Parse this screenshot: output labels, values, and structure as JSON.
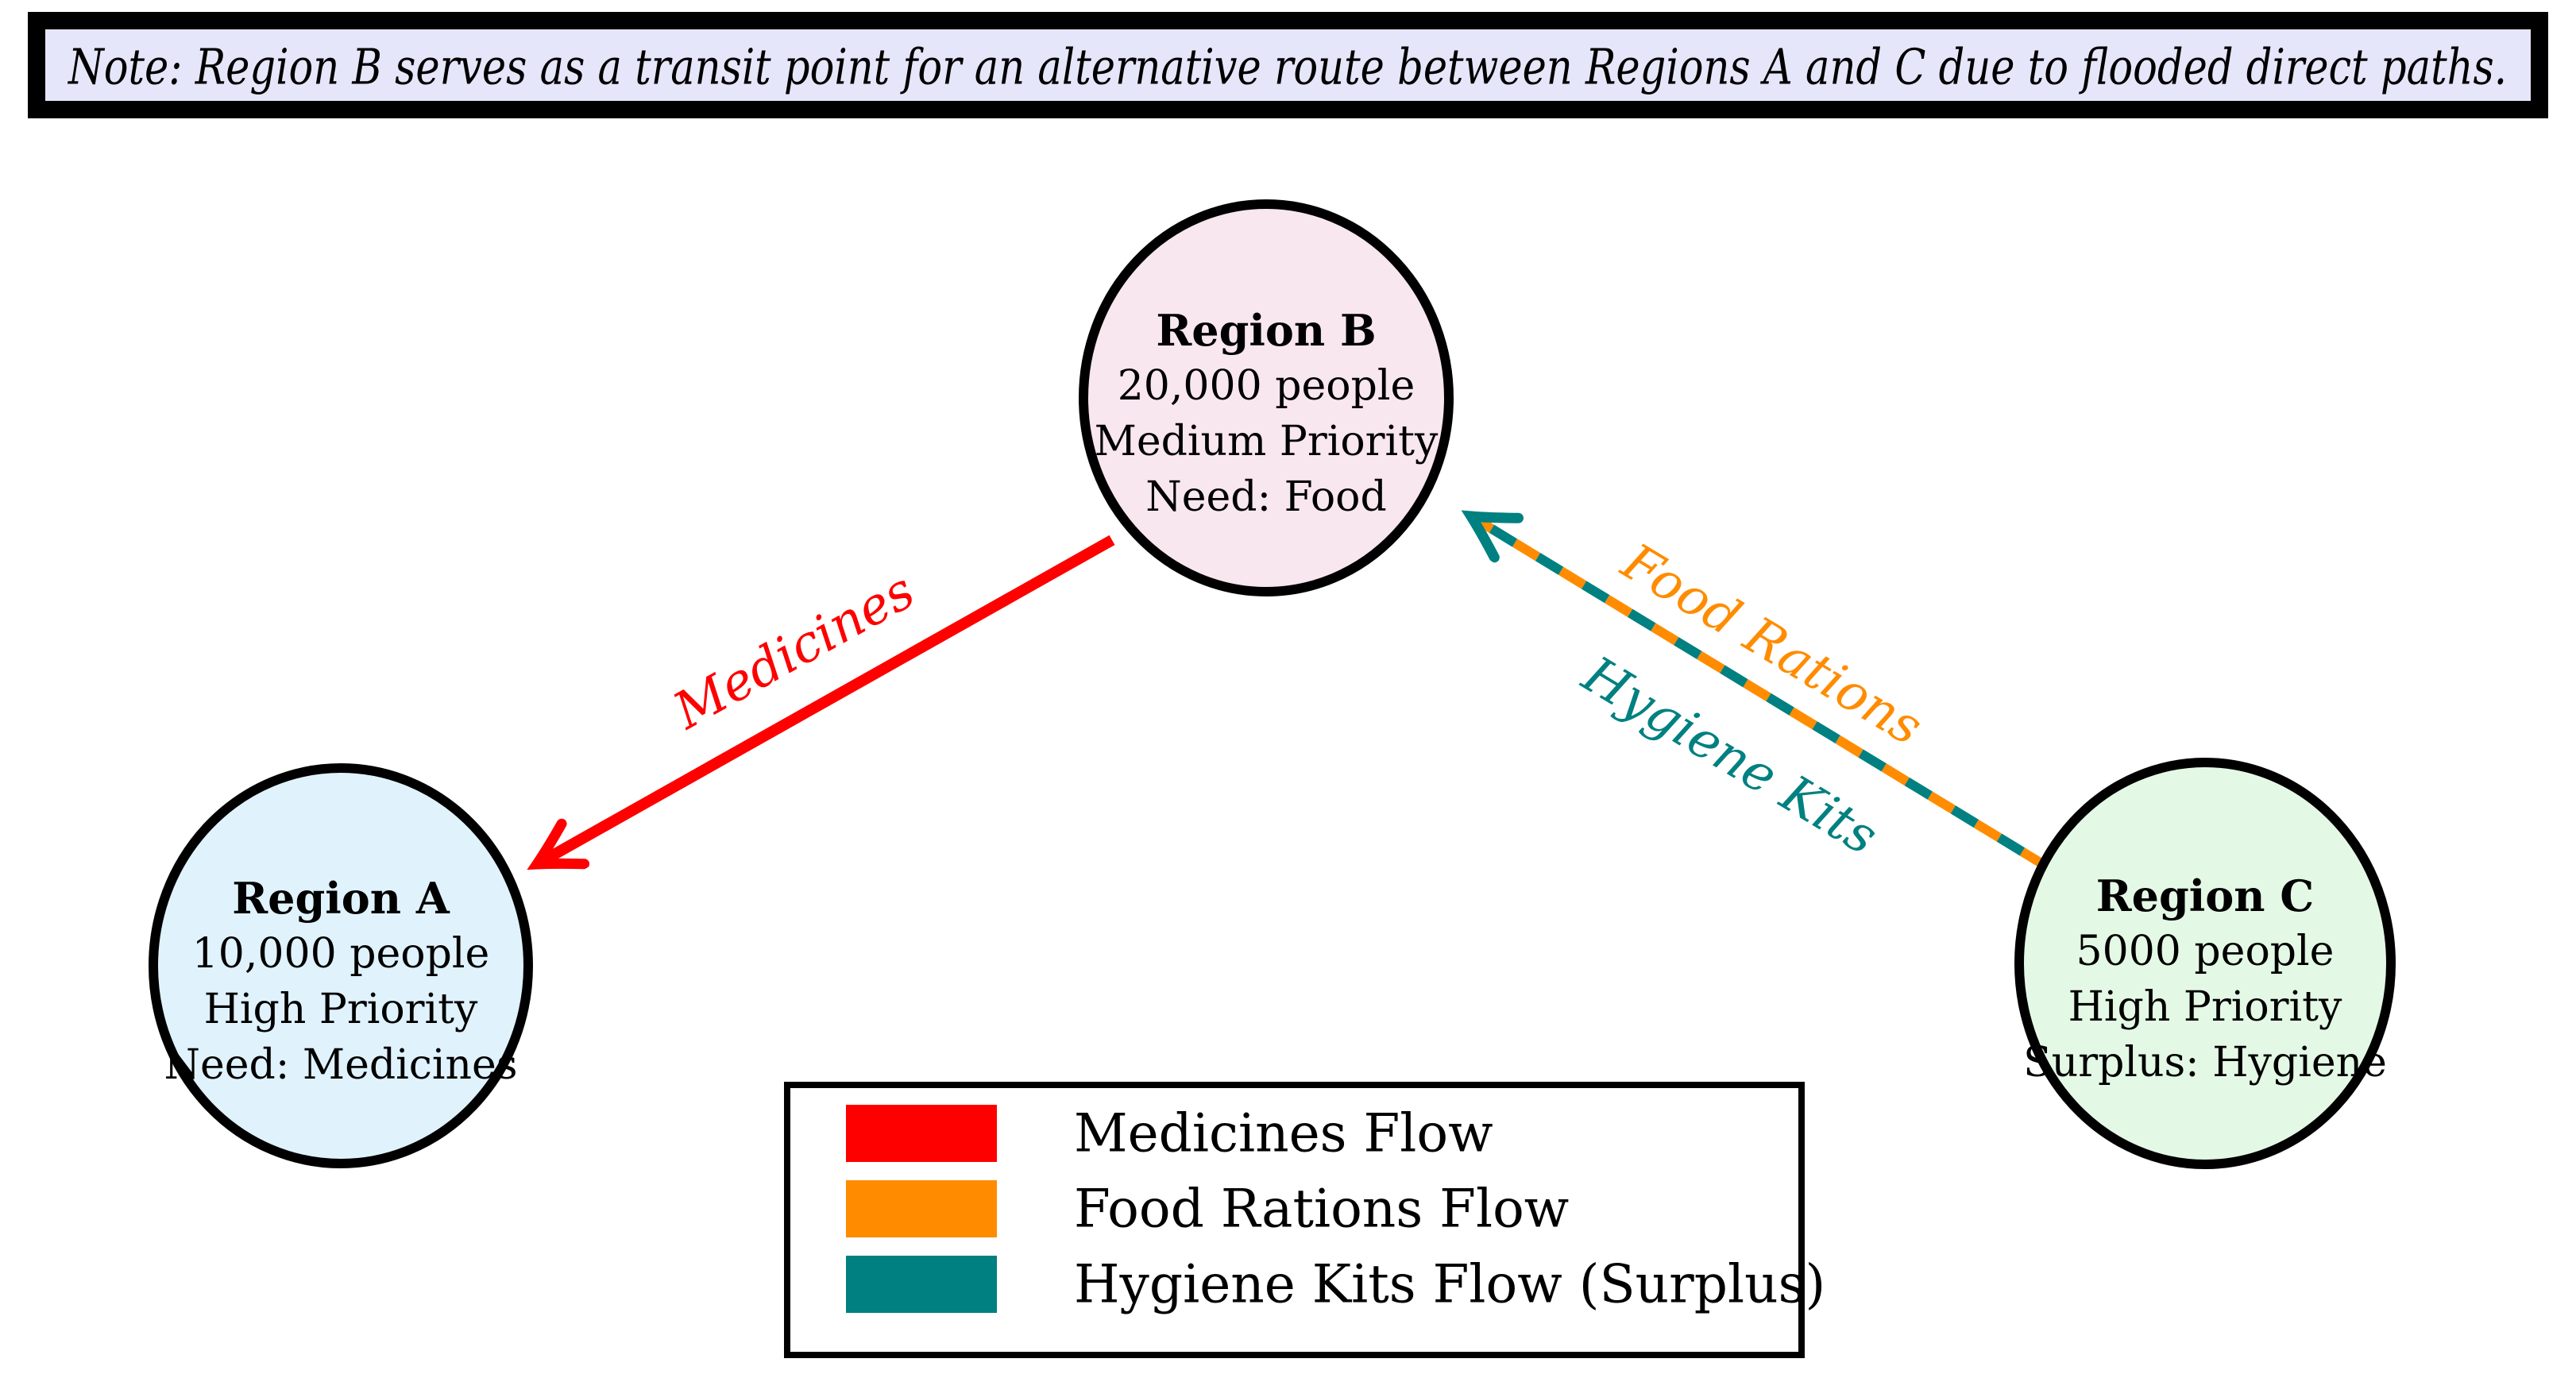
{
  "note": {
    "text": "Note: Region B serves as a transit point for an alternative route between Regions A and C due to flooded direct paths.",
    "bg_color": "#E6E6FA"
  },
  "nodes": {
    "region_a": {
      "title": "Region A",
      "population": "10,000 people",
      "priority": "High Priority",
      "resource": "Need: Medicines",
      "fill": "#E0F2FC"
    },
    "region_b": {
      "title": "Region B",
      "population": "20,000 people",
      "priority": "Medium Priority",
      "resource": "Need: Food",
      "fill": "#F8E7EF"
    },
    "region_c": {
      "title": "Region C",
      "population": "5000 people",
      "priority": "High Priority",
      "resource": "Surplus: Hygiene",
      "fill": "#E4F8E6"
    }
  },
  "flows": [
    {
      "name": "medicines",
      "edge_label": "Medicines",
      "legend_label": "Medicines Flow",
      "color": "#FF0000",
      "style": "solid",
      "from": "Region B",
      "to": "Region A"
    },
    {
      "name": "food-rations",
      "edge_label": "Food Rations",
      "legend_label": "Food Rations Flow",
      "color": "#FF8C00",
      "style": "dashed",
      "from": "Region C",
      "to": "Region B"
    },
    {
      "name": "hygiene-kits",
      "edge_label": "Hygiene Kits",
      "legend_label": "Hygiene Kits Flow (Surplus)",
      "color": "#008080",
      "style": "dashed",
      "from": "Region C",
      "to": "Region B"
    }
  ]
}
